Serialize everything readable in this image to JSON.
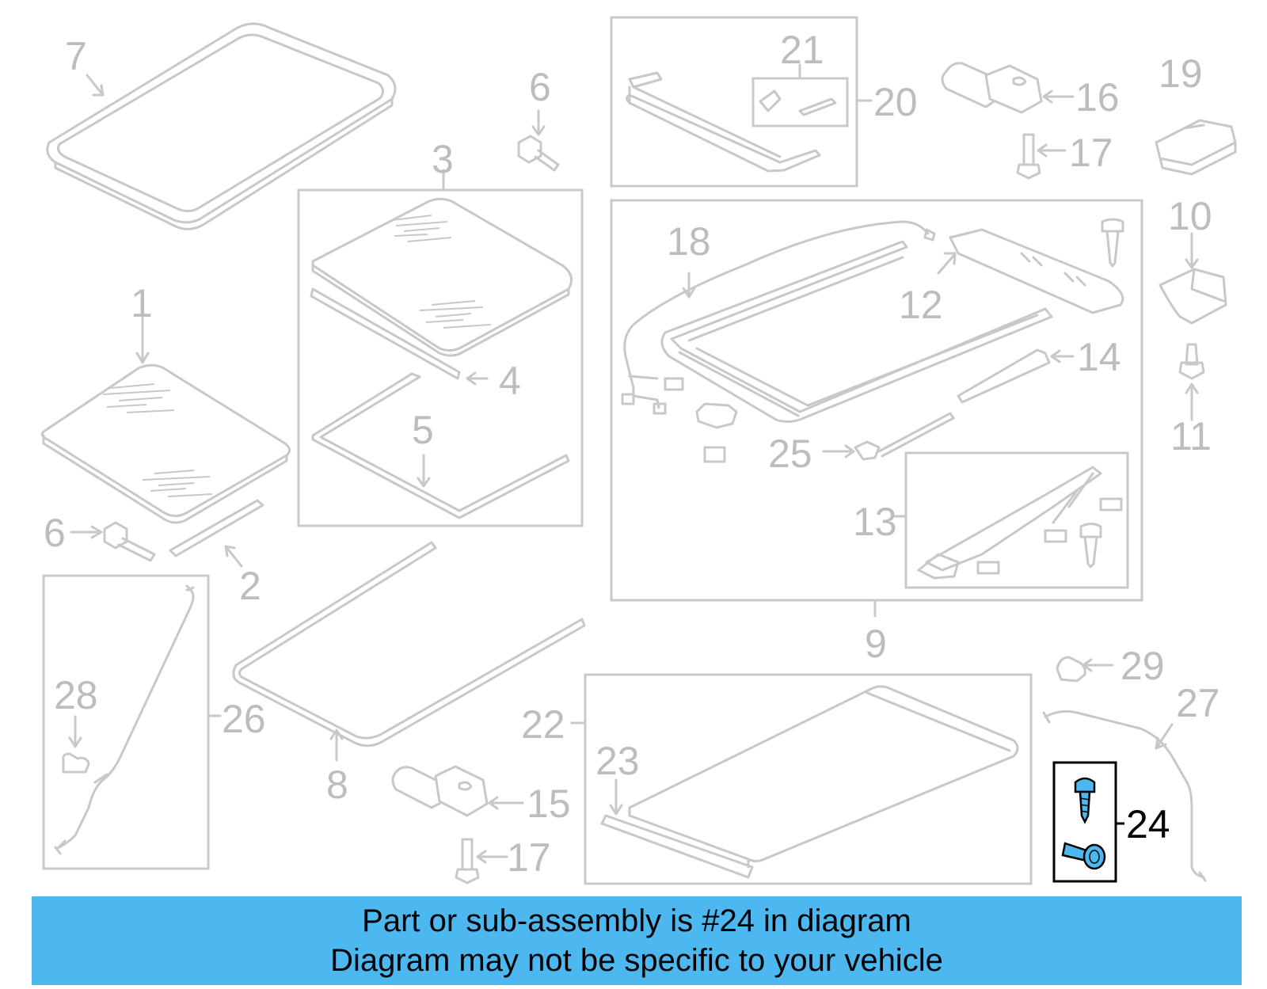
{
  "callouts": {
    "c1": "1",
    "c2": "2",
    "c3": "3",
    "c4": "4",
    "c5": "5",
    "c6a": "6",
    "c6b": "6",
    "c7": "7",
    "c8": "8",
    "c9": "9",
    "c10": "10",
    "c11": "11",
    "c12": "12",
    "c13": "13",
    "c14": "14",
    "c15": "15",
    "c16": "16",
    "c17a": "17",
    "c17b": "17",
    "c18": "18",
    "c19": "19",
    "c20": "20",
    "c21": "21",
    "c22": "22",
    "c23": "23",
    "c24": "24",
    "c25": "25",
    "c26": "26",
    "c27": "27",
    "c28": "28",
    "c29": "29"
  },
  "colors": {
    "highlight_part": "#4db8f0",
    "banner_bg": "#4db8f0",
    "diagram_lines": "#c8c8c8"
  },
  "banner": {
    "line1": "Part or sub-assembly is #24 in diagram",
    "line2": "Diagram may not be specific to your vehicle"
  }
}
